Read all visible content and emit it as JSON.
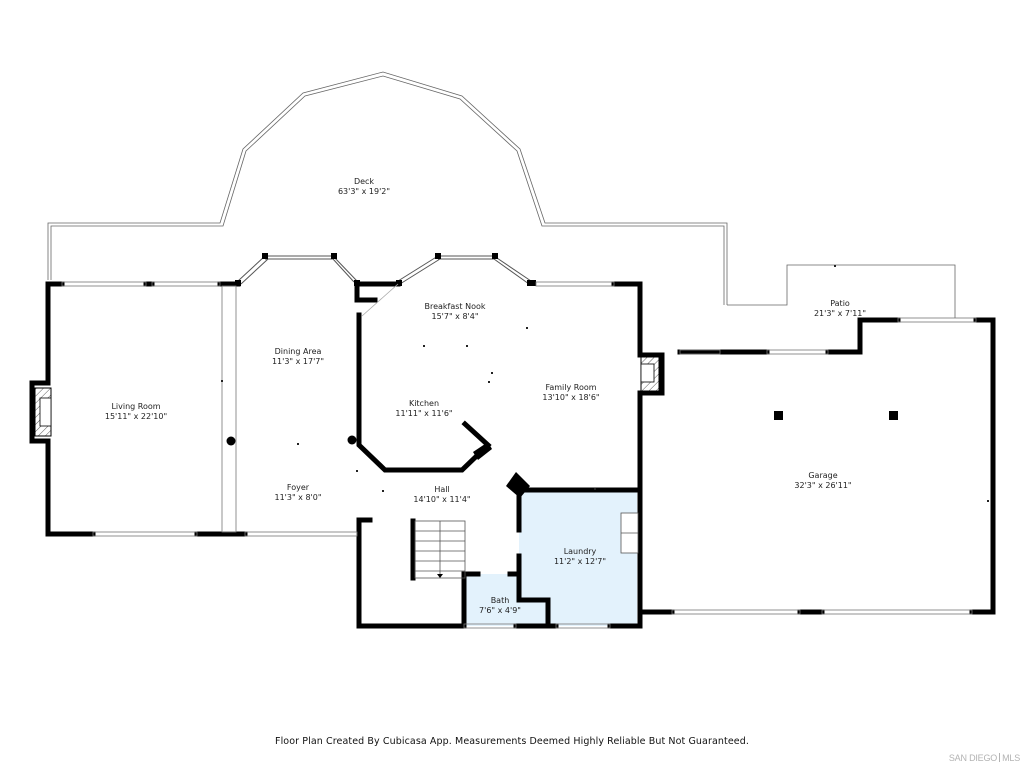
{
  "plan": {
    "colors": {
      "wall": "#000000",
      "laundry_fill": "#e3f2fc",
      "outline": "#555555"
    },
    "rooms": [
      {
        "id": "deck",
        "name": "Deck",
        "dims": "63'3\" x 19'2\""
      },
      {
        "id": "living-room",
        "name": "Living Room",
        "dims": "15'11\" x 22'10\""
      },
      {
        "id": "dining-area",
        "name": "Dining Area",
        "dims": "11'3\" x 17'7\""
      },
      {
        "id": "breakfast-nook",
        "name": "Breakfast Nook",
        "dims": "15'7\" x 8'4\""
      },
      {
        "id": "kitchen",
        "name": "Kitchen",
        "dims": "11'11\" x 11'6\""
      },
      {
        "id": "family-room",
        "name": "Family Room",
        "dims": "13'10\" x 18'6\""
      },
      {
        "id": "patio",
        "name": "Patio",
        "dims": "21'3\" x 7'11\""
      },
      {
        "id": "garage",
        "name": "Garage",
        "dims": "32'3\" x 26'11\""
      },
      {
        "id": "foyer",
        "name": "Foyer",
        "dims": "11'3\" x 8'0\""
      },
      {
        "id": "hall",
        "name": "Hall",
        "dims": "14'10\" x 11'4\""
      },
      {
        "id": "laundry",
        "name": "Laundry",
        "dims": "11'2\" x 12'7\""
      },
      {
        "id": "bath",
        "name": "Bath",
        "dims": "7'6\" x 4'9\""
      }
    ]
  },
  "footer": {
    "disclaimer": "Floor Plan Created By Cubicasa App. Measurements Deemed Highly Reliable But Not Guaranteed.",
    "brand_left": "SAN DIEGO",
    "brand_right": "MLS"
  }
}
